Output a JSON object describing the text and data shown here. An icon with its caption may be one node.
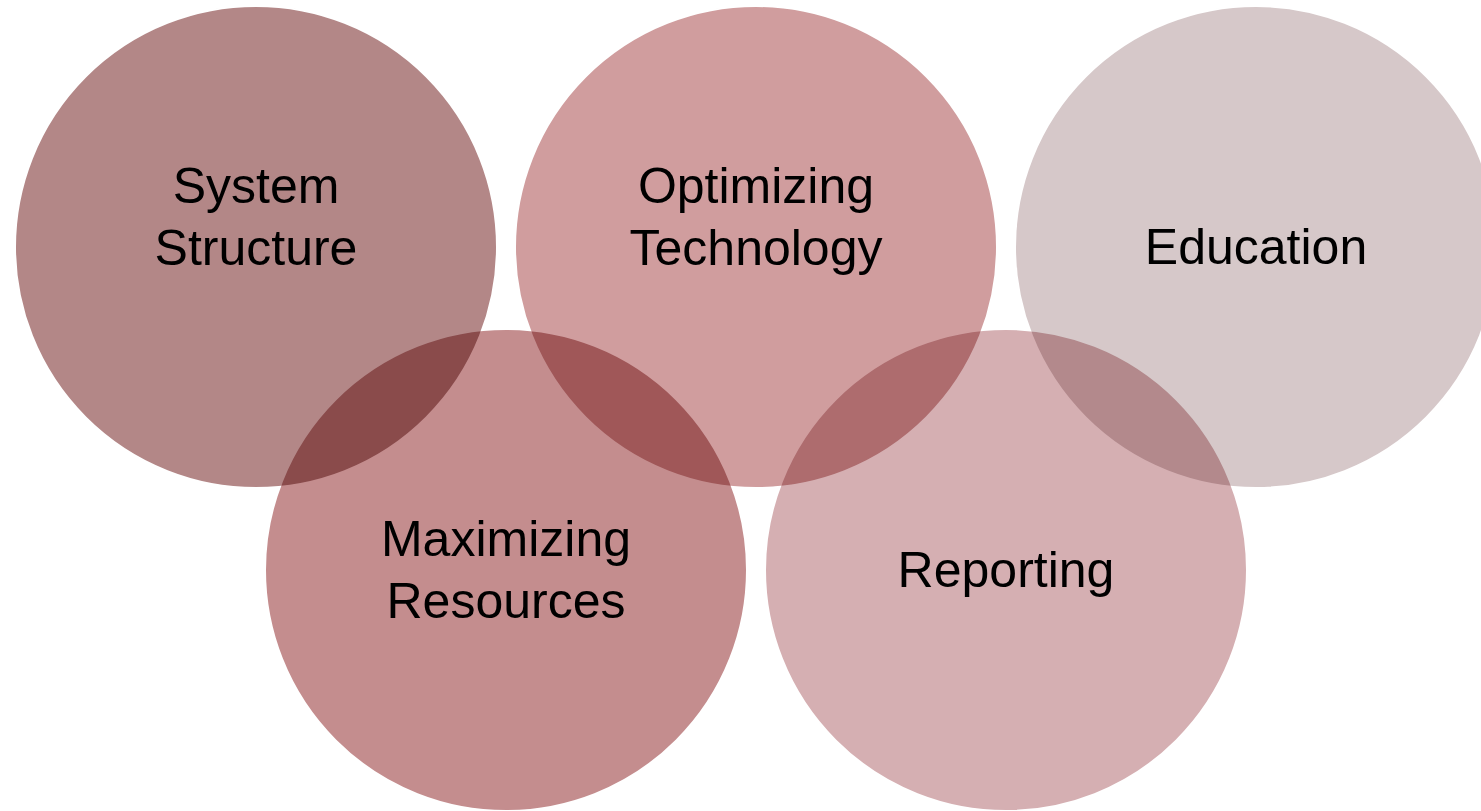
{
  "diagram": {
    "nodes": [
      {
        "text": [
          "System Structure"
        ]
      },
      {
        "text": [
          "Optimizing Technology"
        ]
      },
      {
        "text": [
          "Education"
        ]
      },
      {
        "text": [
          "Maximizing Resources"
        ]
      },
      {
        "text": [
          "Reporting"
        ]
      }
    ]
  }
}
